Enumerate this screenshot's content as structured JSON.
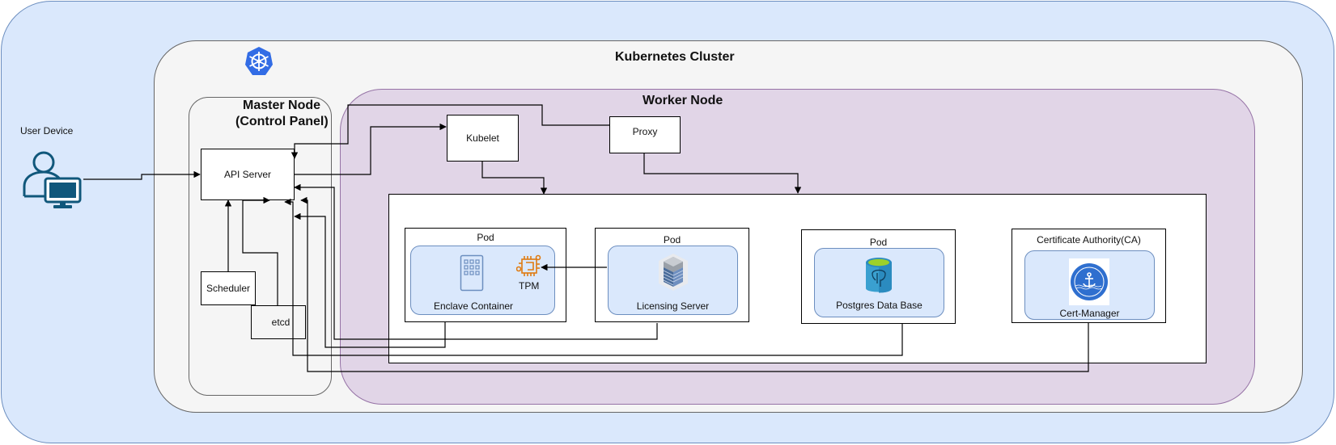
{
  "diagram": {
    "user_device": {
      "label": "User Device",
      "icon": "user-computer-icon"
    },
    "cluster": {
      "title": "Kubernetes Cluster",
      "icon": "kubernetes-icon",
      "brand_color": "#326ce5"
    },
    "master_node": {
      "title_line1": "Master Node",
      "title_line2": "(Control Panel)",
      "components": {
        "api_server": "API Server",
        "scheduler": "Scheduler",
        "etcd": "etcd"
      }
    },
    "worker_node": {
      "title": "Worker Node",
      "components": {
        "kubelet": "Kubelet",
        "proxy": "Proxy"
      },
      "pods": [
        {
          "label": "Pod",
          "container": "Enclave Container",
          "icon": "building-icon",
          "extra": {
            "label": "TPM",
            "icon": "chip-icon",
            "color": "#e07a10"
          }
        },
        {
          "label": "Pod",
          "container": "Licensing Server",
          "icon": "server-rack-icon"
        },
        {
          "label": "Pod",
          "container": "Postgres Data Base",
          "icon": "postgres-database-icon"
        },
        {
          "label": "Certificate Authority(CA)",
          "container": "Cert-Manager",
          "icon": "cert-manager-icon"
        }
      ]
    },
    "connections": [
      {
        "from": "User Device",
        "to": "API Server"
      },
      {
        "from": "API Server",
        "to": "Kubelet"
      },
      {
        "from": "API Server",
        "to": "Proxy"
      },
      {
        "from": "Kubelet",
        "to": "Pods"
      },
      {
        "from": "Proxy",
        "to": "Pods"
      },
      {
        "from": "Scheduler",
        "to": "API Server"
      },
      {
        "from": "etcd",
        "to": "API Server"
      },
      {
        "from": "Licensing Server",
        "to": "TPM"
      },
      {
        "from": "Enclave Container",
        "to": "API Server"
      },
      {
        "from": "Licensing Server",
        "to": "API Server"
      },
      {
        "from": "Postgres Data Base",
        "to": "API Server"
      },
      {
        "from": "Cert-Manager",
        "to": "API Server"
      }
    ],
    "colors": {
      "outer_fill": "#dae8fc",
      "cluster_fill": "#f5f5f5",
      "worker_fill": "#e1d5e7",
      "container_fill": "#dae8fc"
    }
  }
}
